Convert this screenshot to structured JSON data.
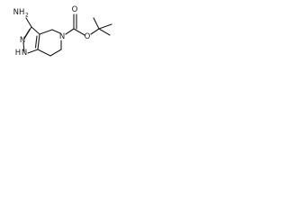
{
  "molecule": {
    "atoms": {
      "amine": "NH",
      "amine_sub": "2",
      "pyrazole_n2": "N",
      "pyrazole_n1_h": "H",
      "pyrazole_n1": "N",
      "ring_n": "N",
      "carbonyl_o": "O",
      "ester_o": "O"
    }
  }
}
